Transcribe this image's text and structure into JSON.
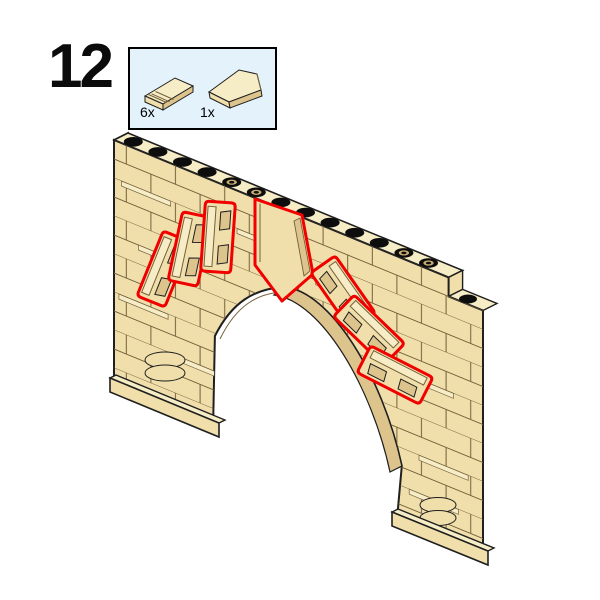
{
  "page": {
    "background_color": "#ffffff"
  },
  "step": {
    "number": "12"
  },
  "parts_callout": {
    "background_color": "#e4f2fb",
    "border_color": "#000000",
    "parts": [
      {
        "icon": "slope-curved-piece-icon",
        "quantity_label": "6x"
      },
      {
        "icon": "wedge-plate-piece-icon",
        "quantity_label": "1x"
      }
    ]
  },
  "model": {
    "name": "tan-brick-arch-wall",
    "description": "Isometric tan LEGO wall with central arch; six curved slopes and one wedge keystone highlighted in red around the arch opening",
    "highlight_color": "#f10000",
    "highlighted_pieces": {
      "slopes": 6,
      "wedge": 1
    },
    "colors": {
      "tan_light": "#f6ecc6",
      "tan_mid": "#f0dfab",
      "tan_dark": "#ddc48d",
      "tan_deep": "#c9ad72",
      "line_dark": "#1f1f1f",
      "line_brown": "#74603a",
      "stud_black": "#0d0d0d"
    }
  }
}
